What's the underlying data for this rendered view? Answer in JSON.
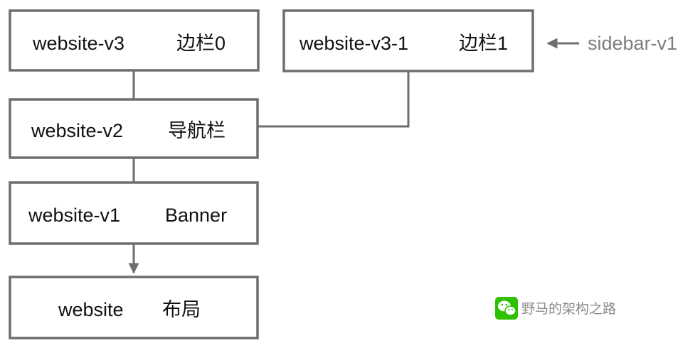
{
  "nodes": {
    "website_v3": {
      "name": "website-v3",
      "label": "边栏0"
    },
    "website_v3_1": {
      "name": "website-v3-1",
      "label": "边栏1"
    },
    "website_v2": {
      "name": "website-v2",
      "label": "导航栏"
    },
    "website_v1": {
      "name": "website-v1",
      "label": "Banner"
    },
    "website": {
      "name": "website",
      "label": "布局"
    }
  },
  "annotation": {
    "label": "sidebar-v1"
  },
  "watermark": {
    "text": "野马的架构之路"
  },
  "colors": {
    "stroke": "#6e6e6e",
    "text": "#111111",
    "annotation": "#7d7d7d",
    "wechat_green": "#2dc100"
  },
  "icons": {
    "watermark": "wechat-icon"
  }
}
